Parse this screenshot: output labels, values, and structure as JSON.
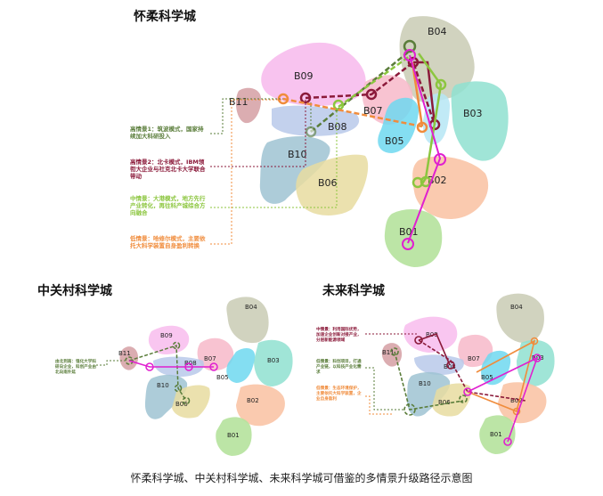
{
  "titles": {
    "huairou": "怀柔科学城",
    "zhongguancun": "中关村科学城",
    "weilai": "未来科学城"
  },
  "caption": "怀柔科学城、中关村科学城、未来科学城可借鉴的多情景升级路径示意图",
  "huairou": {
    "zones": [
      "B04",
      "B09",
      "B11",
      "B08",
      "B07",
      "B03",
      "B05",
      "B10",
      "B06",
      "B02",
      "B01"
    ],
    "notes": [
      {
        "text": "高情景1：筑波模式，国家持续加大科研投入",
        "color": "#5a7d3a"
      },
      {
        "text": "高情景2：北卡模式，IBM领衔大企业与社克北卡大学联合带动",
        "color": "#8b1a3a"
      },
      {
        "text": "中情景：大港模式，地方先行产业转化，再往科产城综合方向融合",
        "color": "#8cc63f"
      },
      {
        "text": "低情景：哈修尔模式，主要依托大科学装置自身盈利转换",
        "color": "#f08c3c"
      }
    ]
  },
  "zhongguancun": {
    "zones": [
      "B04",
      "B09",
      "B11",
      "B08",
      "B07",
      "B03",
      "B05",
      "B10",
      "B06",
      "B02",
      "B01"
    ],
    "notes": [
      {
        "text": "由北到南：强化大学科研向企业，科创产业由北向南外延",
        "color": "#5a7d3a"
      }
    ]
  },
  "weilai": {
    "zones": [
      "B04",
      "B09",
      "B11",
      "B08",
      "B07",
      "B03",
      "B05",
      "B10",
      "B06",
      "B02",
      "B01"
    ],
    "notes": [
      {
        "text": "中情景：利用国际优势，加速企业创新对接产业，分层新能源领域",
        "color": "#8b1a3a"
      },
      {
        "text": "低情景：科创项目，打通产业链，以科技产业化需求",
        "color": "#5a7d3a"
      },
      {
        "text": "低情景：生态环境保护，主要依托大科学装置，企业自身盈利",
        "color": "#f08c3c"
      }
    ]
  },
  "colors": {
    "dark_green": "#5a7d3a",
    "crimson": "#8b1a3a",
    "light_green": "#8cc63f",
    "orange": "#f08c3c",
    "magenta": "#e020d0"
  }
}
